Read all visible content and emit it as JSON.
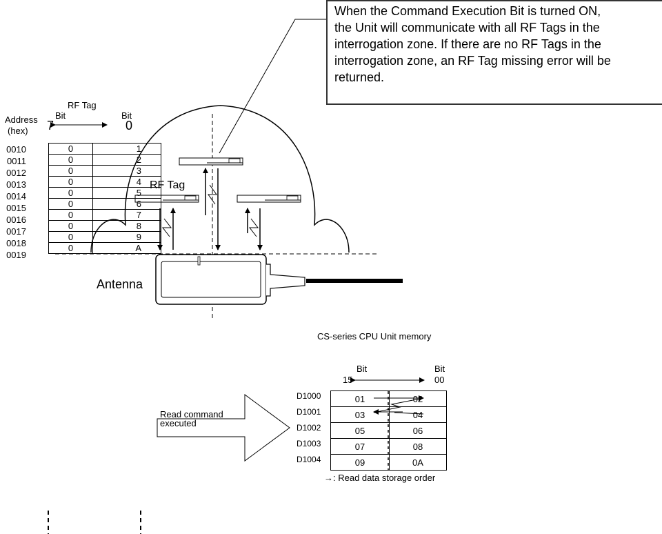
{
  "callout": {
    "text": "When the Command Execution Bit is turned ON,\nthe Unit will communicate with all RF Tags in the\ninterrogation zone. If there are no RF Tags in the\ninterrogation zone, an RF Tag missing error will be\nreturned."
  },
  "labels": {
    "rf_tag": "RF Tag",
    "antenna": "Antenna"
  },
  "rf_tag_table": {
    "title": "RF Tag",
    "address_label": "Address",
    "address_unit": "(hex)",
    "bit_left": "Bit",
    "bit_right": "Bit",
    "bit_high": "7",
    "bit_low": "0",
    "rows": [
      {
        "address": "0010",
        "high": "0",
        "low": "1"
      },
      {
        "address": "0011",
        "high": "0",
        "low": "2"
      },
      {
        "address": "0012",
        "high": "0",
        "low": "3"
      },
      {
        "address": "0013",
        "high": "0",
        "low": "4"
      },
      {
        "address": "0014",
        "high": "0",
        "low": "5"
      },
      {
        "address": "0015",
        "high": "0",
        "low": "6"
      },
      {
        "address": "0016",
        "high": "0",
        "low": "7"
      },
      {
        "address": "0017",
        "high": "0",
        "low": "8"
      },
      {
        "address": "0018",
        "high": "0",
        "low": "9"
      },
      {
        "address": "0019",
        "high": "0",
        "low": "A"
      }
    ]
  },
  "arrow_text": "Read command\nexecuted",
  "memory": {
    "title": "CS-series CPU Unit memory",
    "bit_left": "Bit",
    "bit_right": "Bit",
    "bit_high": "15",
    "bit_low": "00",
    "rows": [
      {
        "word": "D1000",
        "high": "01",
        "low": "02"
      },
      {
        "word": "D1001",
        "high": "03",
        "low": "04"
      },
      {
        "word": "D1002",
        "high": "05",
        "low": "06"
      },
      {
        "word": "D1003",
        "high": "07",
        "low": "08"
      },
      {
        "word": "D1004",
        "high": "09",
        "low": "0A"
      }
    ],
    "note": "→: Read data storage order"
  }
}
